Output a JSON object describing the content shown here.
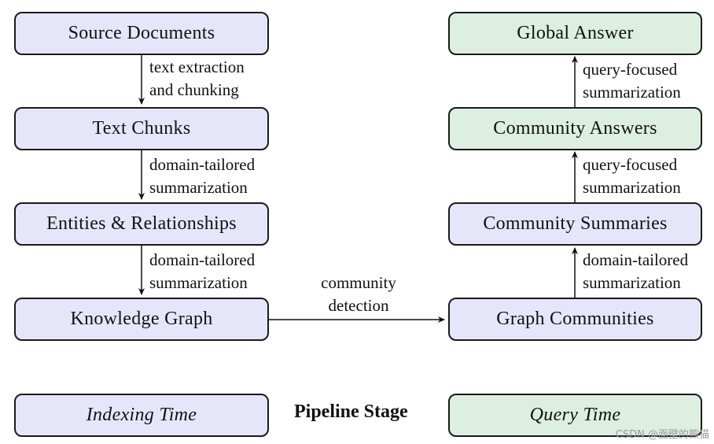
{
  "nodes": {
    "source_documents": "Source Documents",
    "text_chunks": "Text Chunks",
    "entities_relationships": "Entities & Relationships",
    "knowledge_graph": "Knowledge Graph",
    "graph_communities": "Graph Communities",
    "community_summaries": "Community Summaries",
    "community_answers": "Community Answers",
    "global_answer": "Global Answer"
  },
  "edges": {
    "e1": [
      "text extraction",
      "and chunking"
    ],
    "e2": [
      "domain-tailored",
      "summarization"
    ],
    "e3": [
      "domain-tailored",
      "summarization"
    ],
    "e4": [
      "community",
      "detection"
    ],
    "e5": [
      "domain-tailored",
      "summarization"
    ],
    "e6": [
      "query-focused",
      "summarization"
    ],
    "e7": [
      "query-focused",
      "summarization"
    ]
  },
  "legend": {
    "indexing_time": "Indexing Time",
    "pipeline_stage": "Pipeline Stage",
    "query_time": "Query Time"
  },
  "watermark": "CSDN @面壁的熊猫",
  "colors": {
    "indexing_fill": "#e6e6fa",
    "query_fill": "#dcefe1",
    "border": "#1a1a1a"
  }
}
